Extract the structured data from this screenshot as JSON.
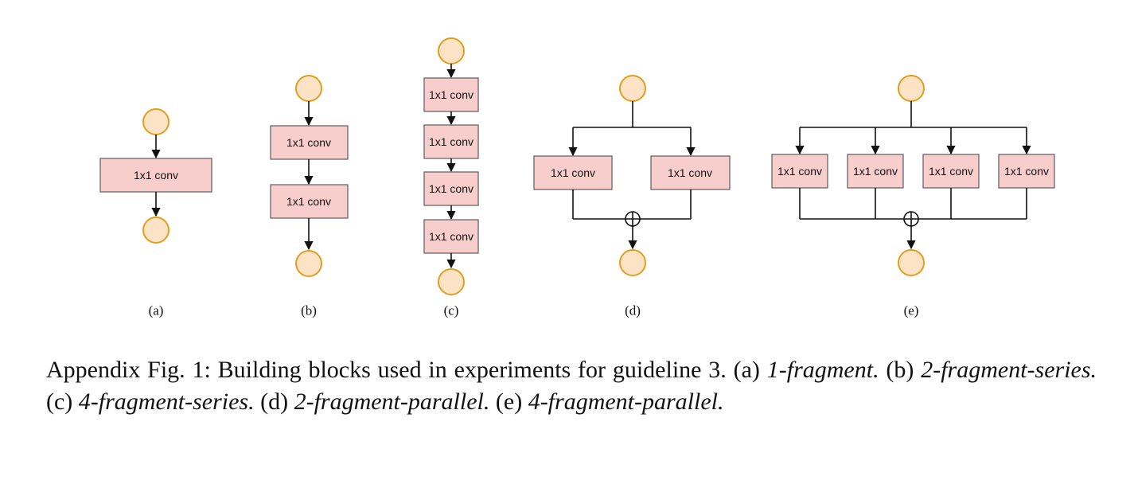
{
  "conv_label": "1x1 conv",
  "panels": [
    {
      "id": "a",
      "label": "(a)"
    },
    {
      "id": "b",
      "label": "(b)"
    },
    {
      "id": "c",
      "label": "(c)"
    },
    {
      "id": "d",
      "label": "(d)"
    },
    {
      "id": "e",
      "label": "(e)"
    }
  ],
  "caption": {
    "prefix": "Appendix Fig. 1: Building blocks used in experiments for guideline 3. ",
    "a_tag": "(a) ",
    "a_name": "1-fragment.",
    "b_tag": " (b) ",
    "b_name": "2-fragment-series.",
    "c_tag": " (c) ",
    "c_name": "4-fragment-series.",
    "d_tag": " (d) ",
    "d_name": "2-fragment-parallel.",
    "e_tag": " (e) ",
    "e_name": "4-fragment-parallel."
  },
  "colors": {
    "node_fill": "#fde3c6",
    "node_stroke": "#dfa021",
    "conv_fill": "#f8cecc",
    "conv_stroke": "#5c5c5c"
  }
}
